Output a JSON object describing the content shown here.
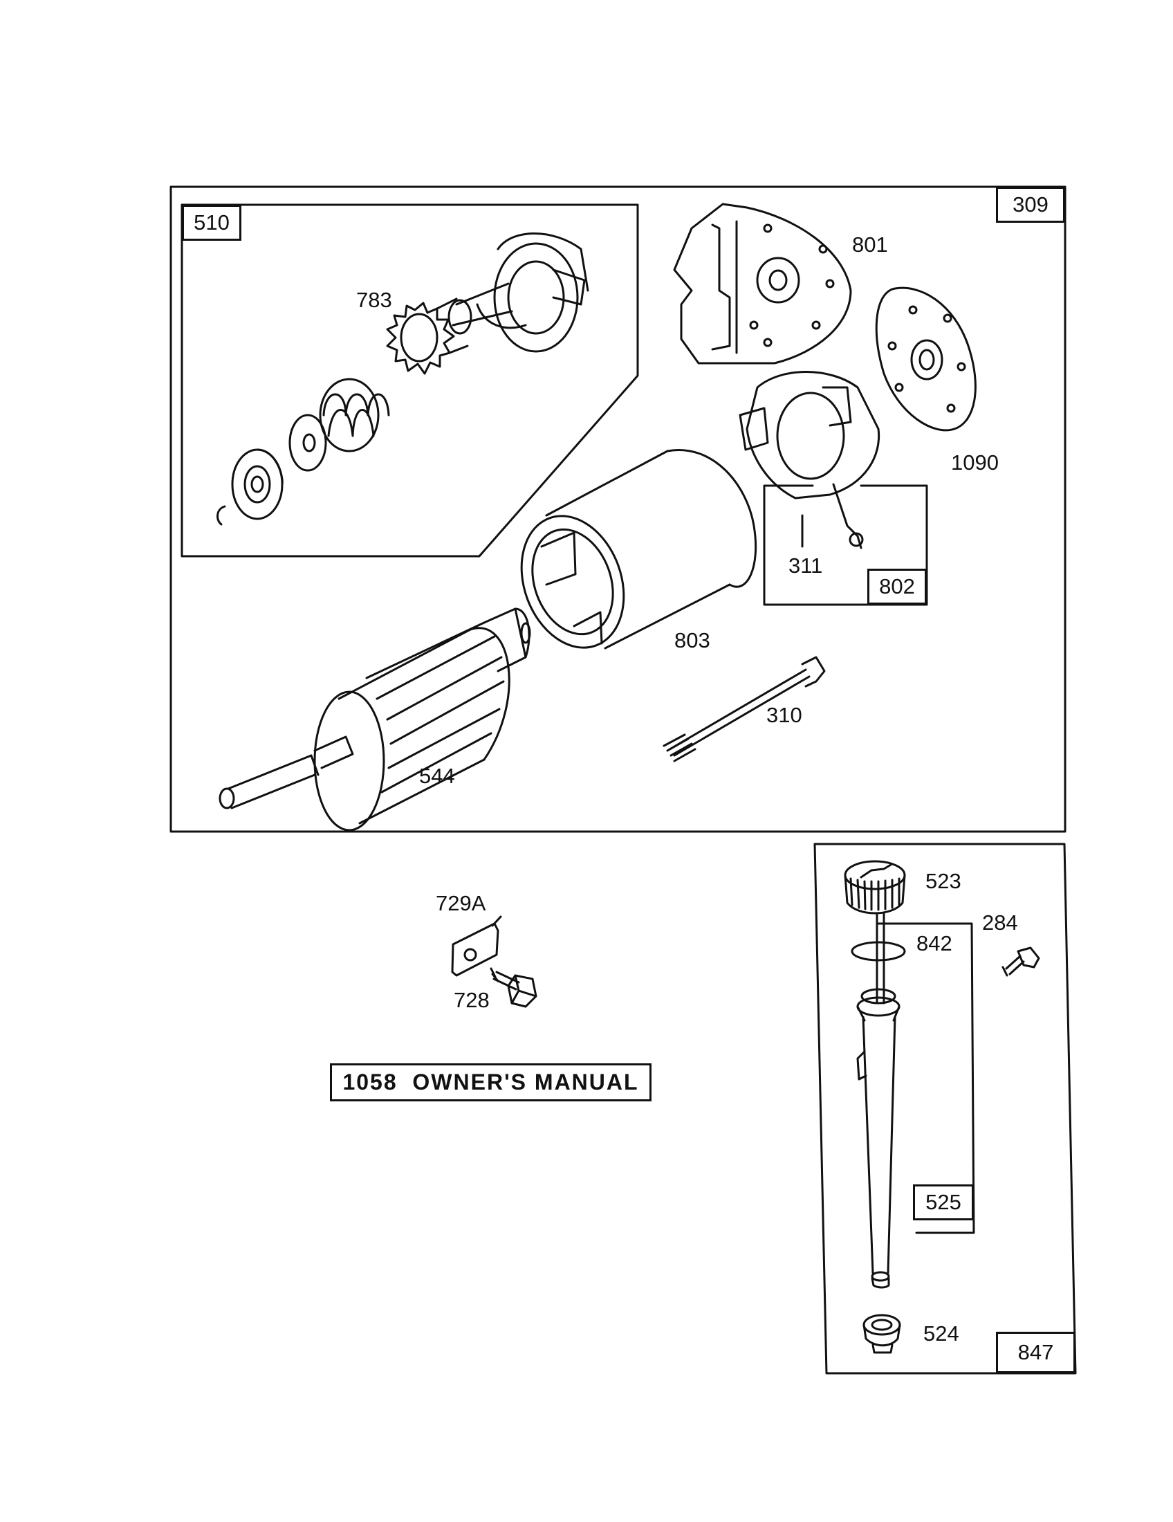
{
  "diagram": {
    "main_assembly": {
      "box_label": "309",
      "callouts": {
        "p801": "801",
        "p1090": "1090",
        "p311": "311",
        "p803": "803",
        "p310": "310",
        "p544": "544"
      },
      "sub_box_802": "802",
      "drive_kit": {
        "box_label": "510",
        "p783": "783"
      }
    },
    "loose_parts": {
      "p729a": "729A",
      "p728": "728"
    },
    "manual": {
      "number": "1058",
      "title": "OWNER'S MANUAL"
    },
    "dipstick_assembly": {
      "box_label": "847",
      "p523": "523",
      "p284": "284",
      "p842": "842",
      "p525": "525",
      "p524": "524"
    }
  }
}
